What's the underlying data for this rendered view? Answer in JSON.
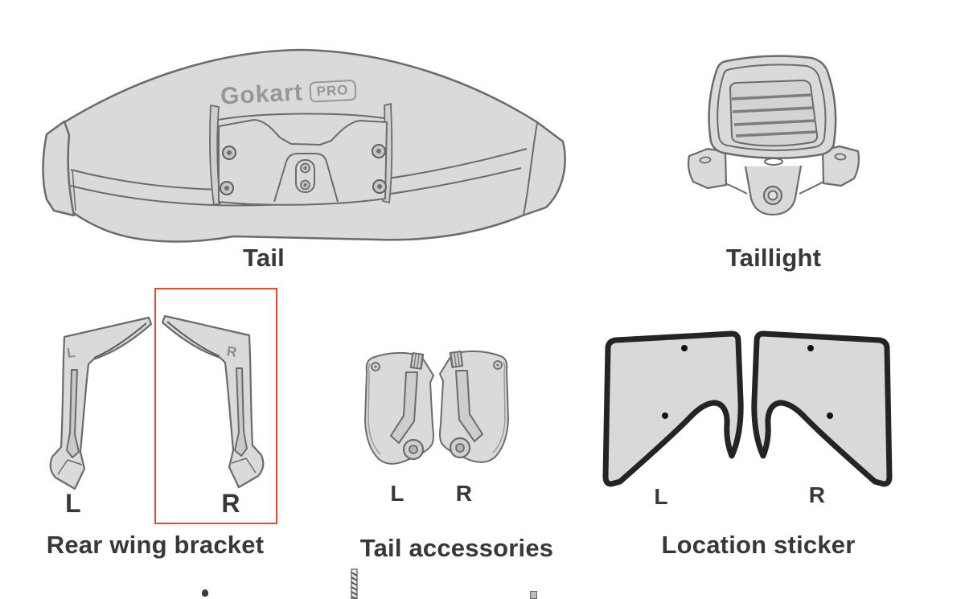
{
  "colors": {
    "part_fill": "#d9dadb",
    "part_outline": "#6b6b6b",
    "sticker_outline": "#242424",
    "label_color": "#383838",
    "highlight_red": "#e6492d",
    "logo_gray": "#979797"
  },
  "parts": {
    "tail": {
      "label": "Tail",
      "logo_text": "Gokart",
      "logo_badge": "PRO"
    },
    "taillight": {
      "label": "Taillight"
    },
    "rear_wing_bracket": {
      "label": "Rear wing bracket",
      "left": "L",
      "right": "R",
      "marking_left": "L",
      "marking_right": "R",
      "highlighted_side": "R"
    },
    "tail_accessories": {
      "label": "Tail accessories",
      "left": "L",
      "right": "R"
    },
    "location_sticker": {
      "label": "Location sticker",
      "left": "L",
      "right": "R"
    }
  }
}
